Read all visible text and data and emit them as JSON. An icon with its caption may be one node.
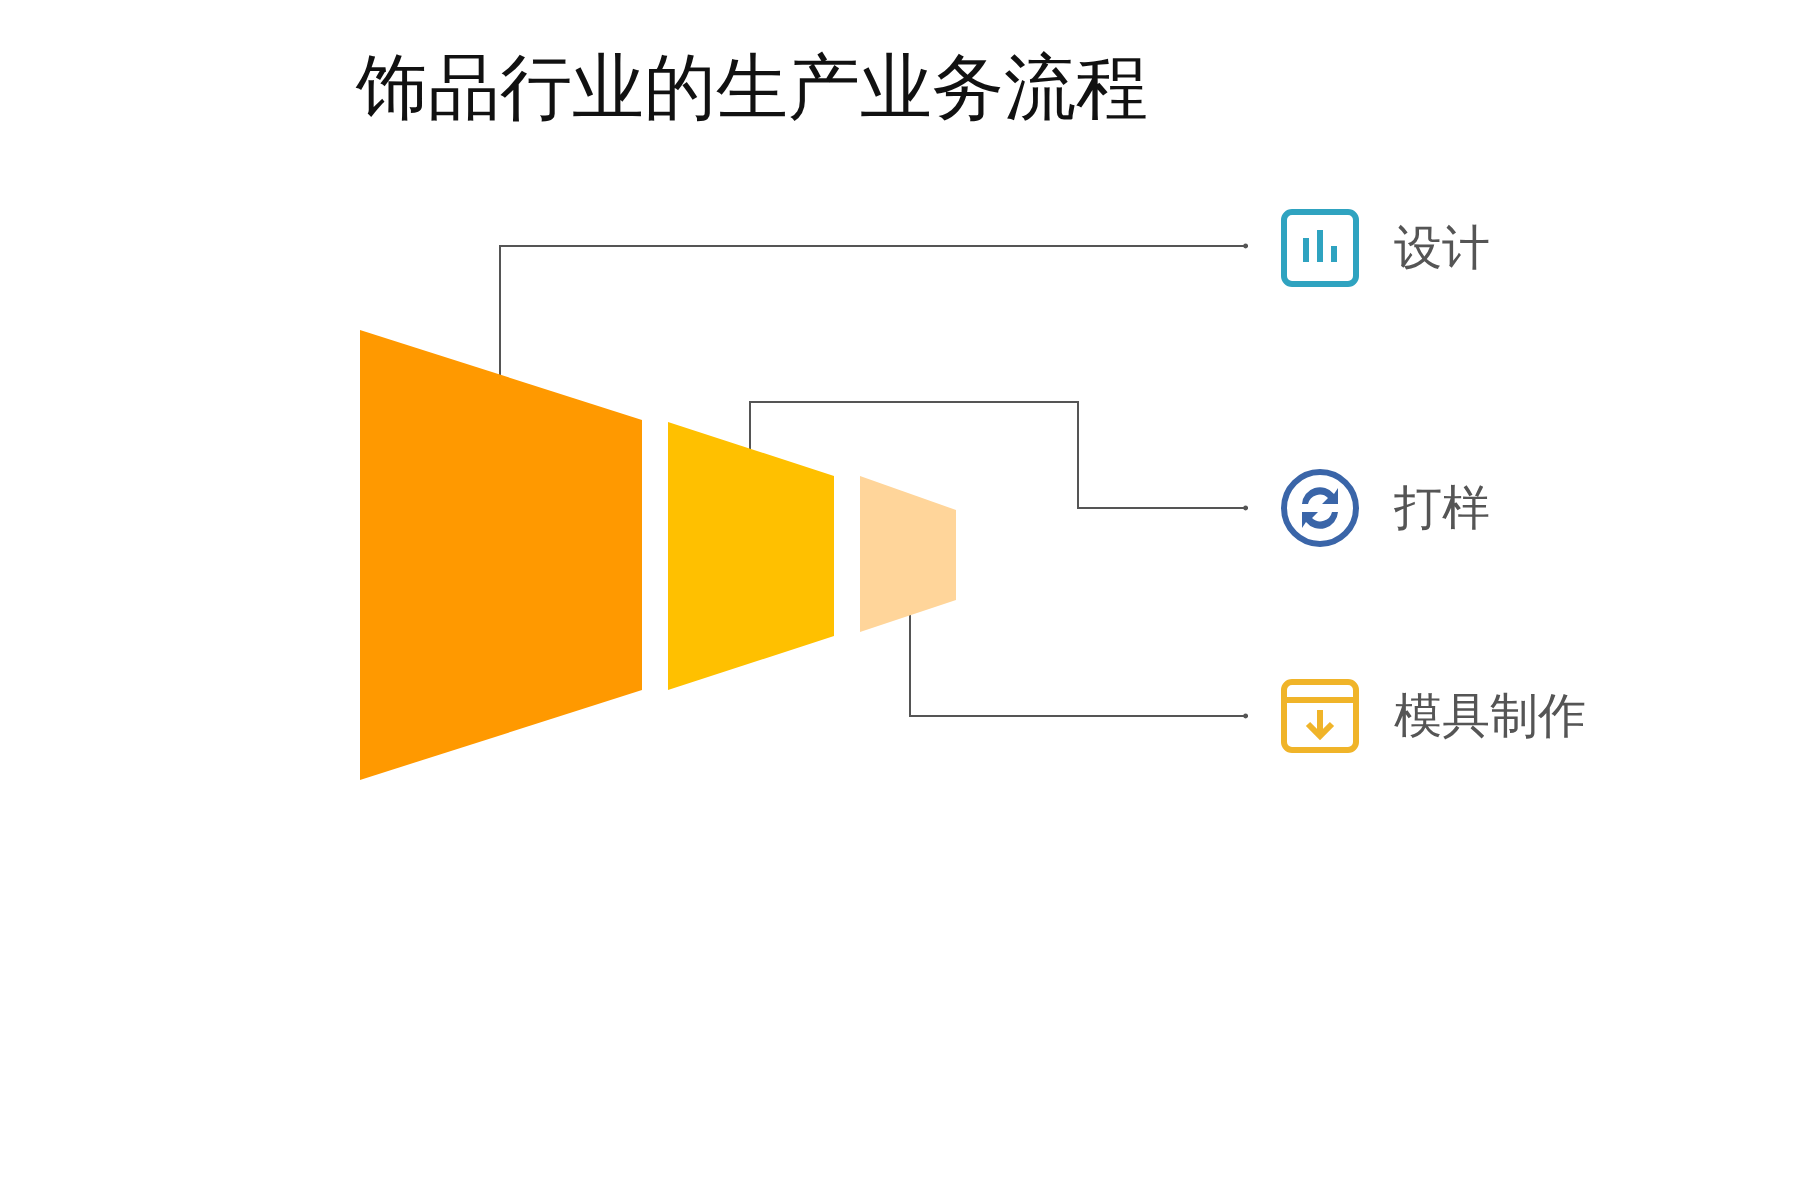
{
  "diagram": {
    "title": "饰品行业的生产业务流程",
    "nodes": [
      {
        "text": [],
        "shape": "trapezoid"
      },
      {
        "text": [],
        "shape": "trapezoid"
      },
      {
        "text": [],
        "shape": "trapezoid"
      },
      {
        "text": [
          "设计"
        ]
      },
      {
        "text": [
          "打样"
        ]
      },
      {
        "text": [
          "模具制作"
        ]
      }
    ],
    "edges": [
      {
        "from": 0,
        "to": 3,
        "arrow": "other"
      },
      {
        "from": 1,
        "to": 4,
        "arrow": "other"
      },
      {
        "from": 2,
        "to": 5,
        "arrow": "other"
      }
    ]
  }
}
